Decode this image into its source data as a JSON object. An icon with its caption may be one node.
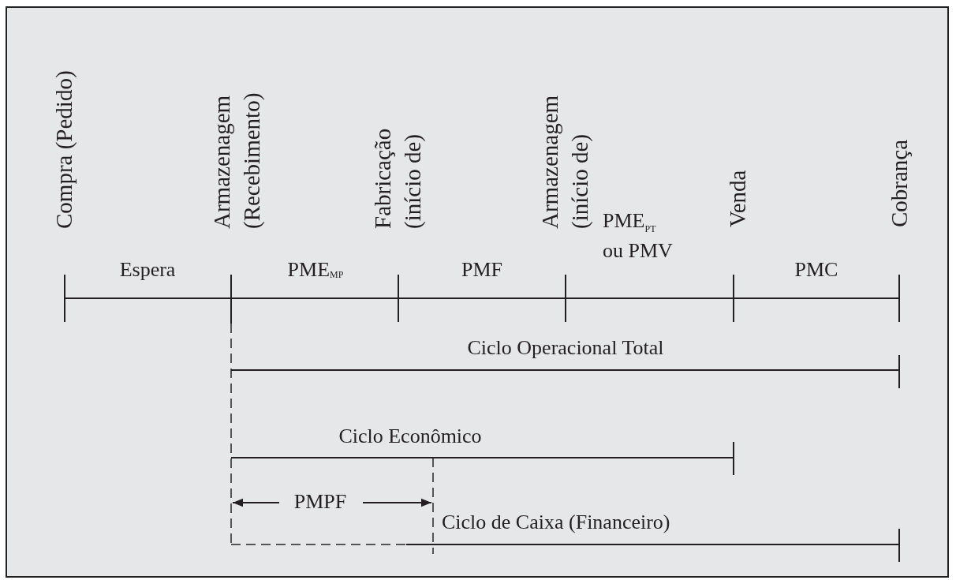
{
  "diagram": {
    "labels": [
      "Compra (Pedido)",
      "Armazenagem (Recebimento)",
      "Fabricação (início de)",
      "Armazenagem (início de)",
      "Venda",
      "Cobrança",
      "Espera",
      "PME$_{MP}$",
      "PMF",
      "PME$_{PT}$ ou PMV",
      "PMC",
      "Ciclo Operacional Total",
      "Ciclo Econômico",
      "PMPF",
      "Ciclo de Caixa (Financeiro)"
    ]
  }
}
